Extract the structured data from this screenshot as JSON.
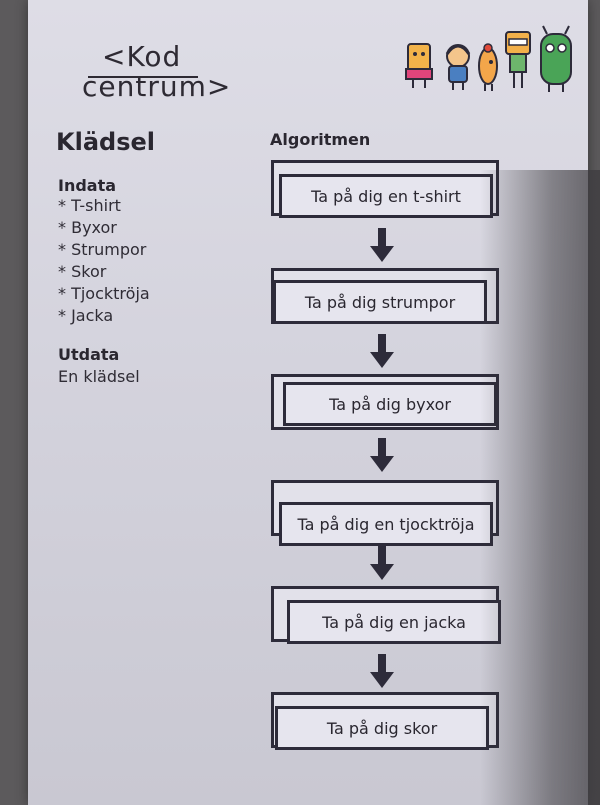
{
  "logo": {
    "line1": "<Kod",
    "line2": "centrum>"
  },
  "title": "Klädsel",
  "input": {
    "heading": "Indata",
    "items": [
      "* T-shirt",
      "* Byxor",
      "* Strumpor",
      "* Skor",
      "* Tjocktröja",
      "* Jacka"
    ]
  },
  "output": {
    "heading": "Utdata",
    "value": "En klädsel"
  },
  "algorithm": {
    "heading": "Algoritmen",
    "steps": [
      "Ta på dig en t-shirt",
      "Ta på dig strumpor",
      "Ta på dig byxor",
      "Ta på dig en tjocktröja",
      "Ta på dig en jacka",
      "Ta på dig skor"
    ]
  },
  "colors": {
    "ink": "#2d2b3a",
    "paper": "#dedde6"
  }
}
